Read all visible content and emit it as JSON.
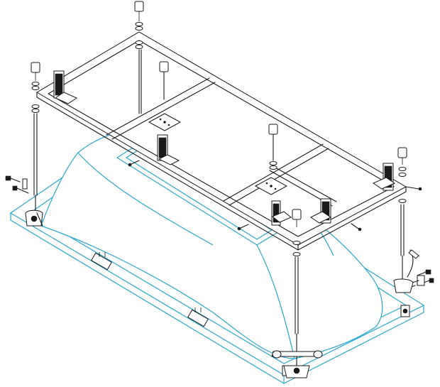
{
  "colors": {
    "tub_outline": "#2aa7cf",
    "frame_ink": "#1a1a1a",
    "background": "#ffffff"
  },
  "icons": {
    "tub": "bathtub-shell",
    "frame": "support-frame",
    "leg": "threaded-leg",
    "bolt": "hex-bolt",
    "bracket": "mounting-bracket",
    "clip": "rim-clip",
    "foot": "adjustable-foot"
  }
}
